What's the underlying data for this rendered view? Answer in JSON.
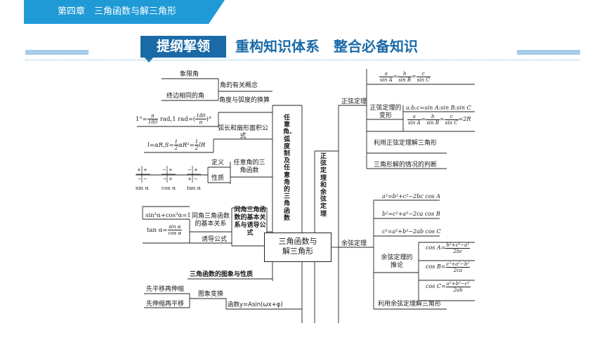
{
  "header": {
    "chapter": "第四章　三角函数与解三角形"
  },
  "banner": {
    "label": "提纲挈领",
    "title": "重构知识体系　整合必备知识"
  },
  "center": {
    "line1": "三角函数与",
    "line2": "解三角形"
  },
  "branches": {
    "left_vertical": "任意角、弧度制及任意角的三角函数",
    "right_vertical": "正弦定理和余弦定理",
    "formula_group": "同角三角函数的基本关系与诱导公式",
    "graph": "三角函数的图象与性质"
  },
  "left": {
    "concept": "角的有关概念",
    "quadrant": "象限角",
    "coterminal": "终边相同的角",
    "radian": "角度与弧度的换算",
    "radian_formula": "1°=π/180 rad, 1 rad=(180/π)°",
    "arc": "弧长和扇形面积公式",
    "arc_formula": "l=αR, S=½αR²=½lR",
    "trig_def": "任意角的三角函数",
    "definition": "定义",
    "property": "性质",
    "sin_label": "sin α",
    "cos_label": "cos α",
    "tan_label": "tan α",
    "basic_relation": "同角三角函数的基本关系",
    "pythag": "sin²α+cos²α=1",
    "tan_rel": "tan α=",
    "induction": "诱导公式",
    "translate_first": "先平移再伸缩",
    "scale_first": "先伸缩再平移",
    "transform": "图象变换",
    "func_label": "函数y=Asin(ωx+φ)"
  },
  "right": {
    "sine_law": "正弦定理",
    "sine_variant": "正弦定理的变形",
    "ratio": "a:b:c=sin A:sin B:sin C",
    "use_sine": "利用正弦定理解三角形",
    "judge": "三角形解的情况的判断",
    "cos_law": "余弦定理",
    "a2": "a²=b²+c²−2bc cos A",
    "b2": "b²=c²+a²−2ca cos B",
    "c2": "c²=a²+b²−2ab cos C",
    "corollary": "余弦定理的推论",
    "use_cos": "利用余弦定理解三角形"
  },
  "colors": {
    "accent": "#1f9ad6",
    "banner_bg": "#1a6aa8",
    "rule": "#6bb8e4"
  }
}
